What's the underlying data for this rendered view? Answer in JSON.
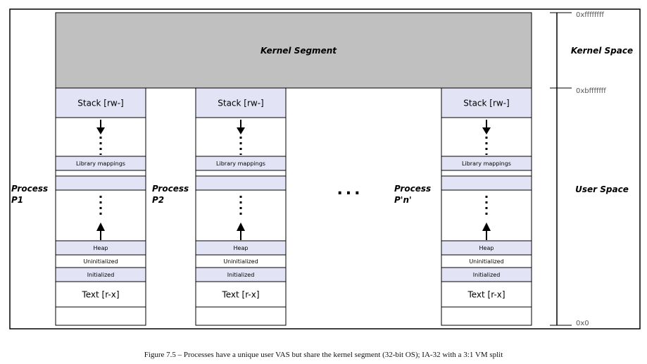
{
  "kernel_segment_label": "Kernel Segment",
  "kernel_space_label": "Kernel Space",
  "user_space_label": "User Space",
  "addresses": {
    "top": "0xffffffff",
    "split": "0xbfffffff",
    "bottom": "0x0"
  },
  "ellipsis": "...",
  "segments": {
    "stack": "Stack [rw-]",
    "library": "Library mappings",
    "heap": "Heap",
    "uninitialized": "Uninitialized",
    "initialized": "Initialized",
    "text": "Text [r-x]"
  },
  "processes": [
    {
      "line1": "Process",
      "line2": "P1"
    },
    {
      "line1": "Process",
      "line2": "P2"
    },
    {
      "line1": "Process",
      "line2": "P'n'"
    }
  ],
  "caption": "Figure 7.5 – Processes have a unique user VAS but share the kernel segment (32-bit OS); IA-32 with a 3:1 VM split",
  "colors": {
    "kernel_fill": "#c0c0c0",
    "segment_fill": "#e2e4f6",
    "border": "#000000"
  }
}
